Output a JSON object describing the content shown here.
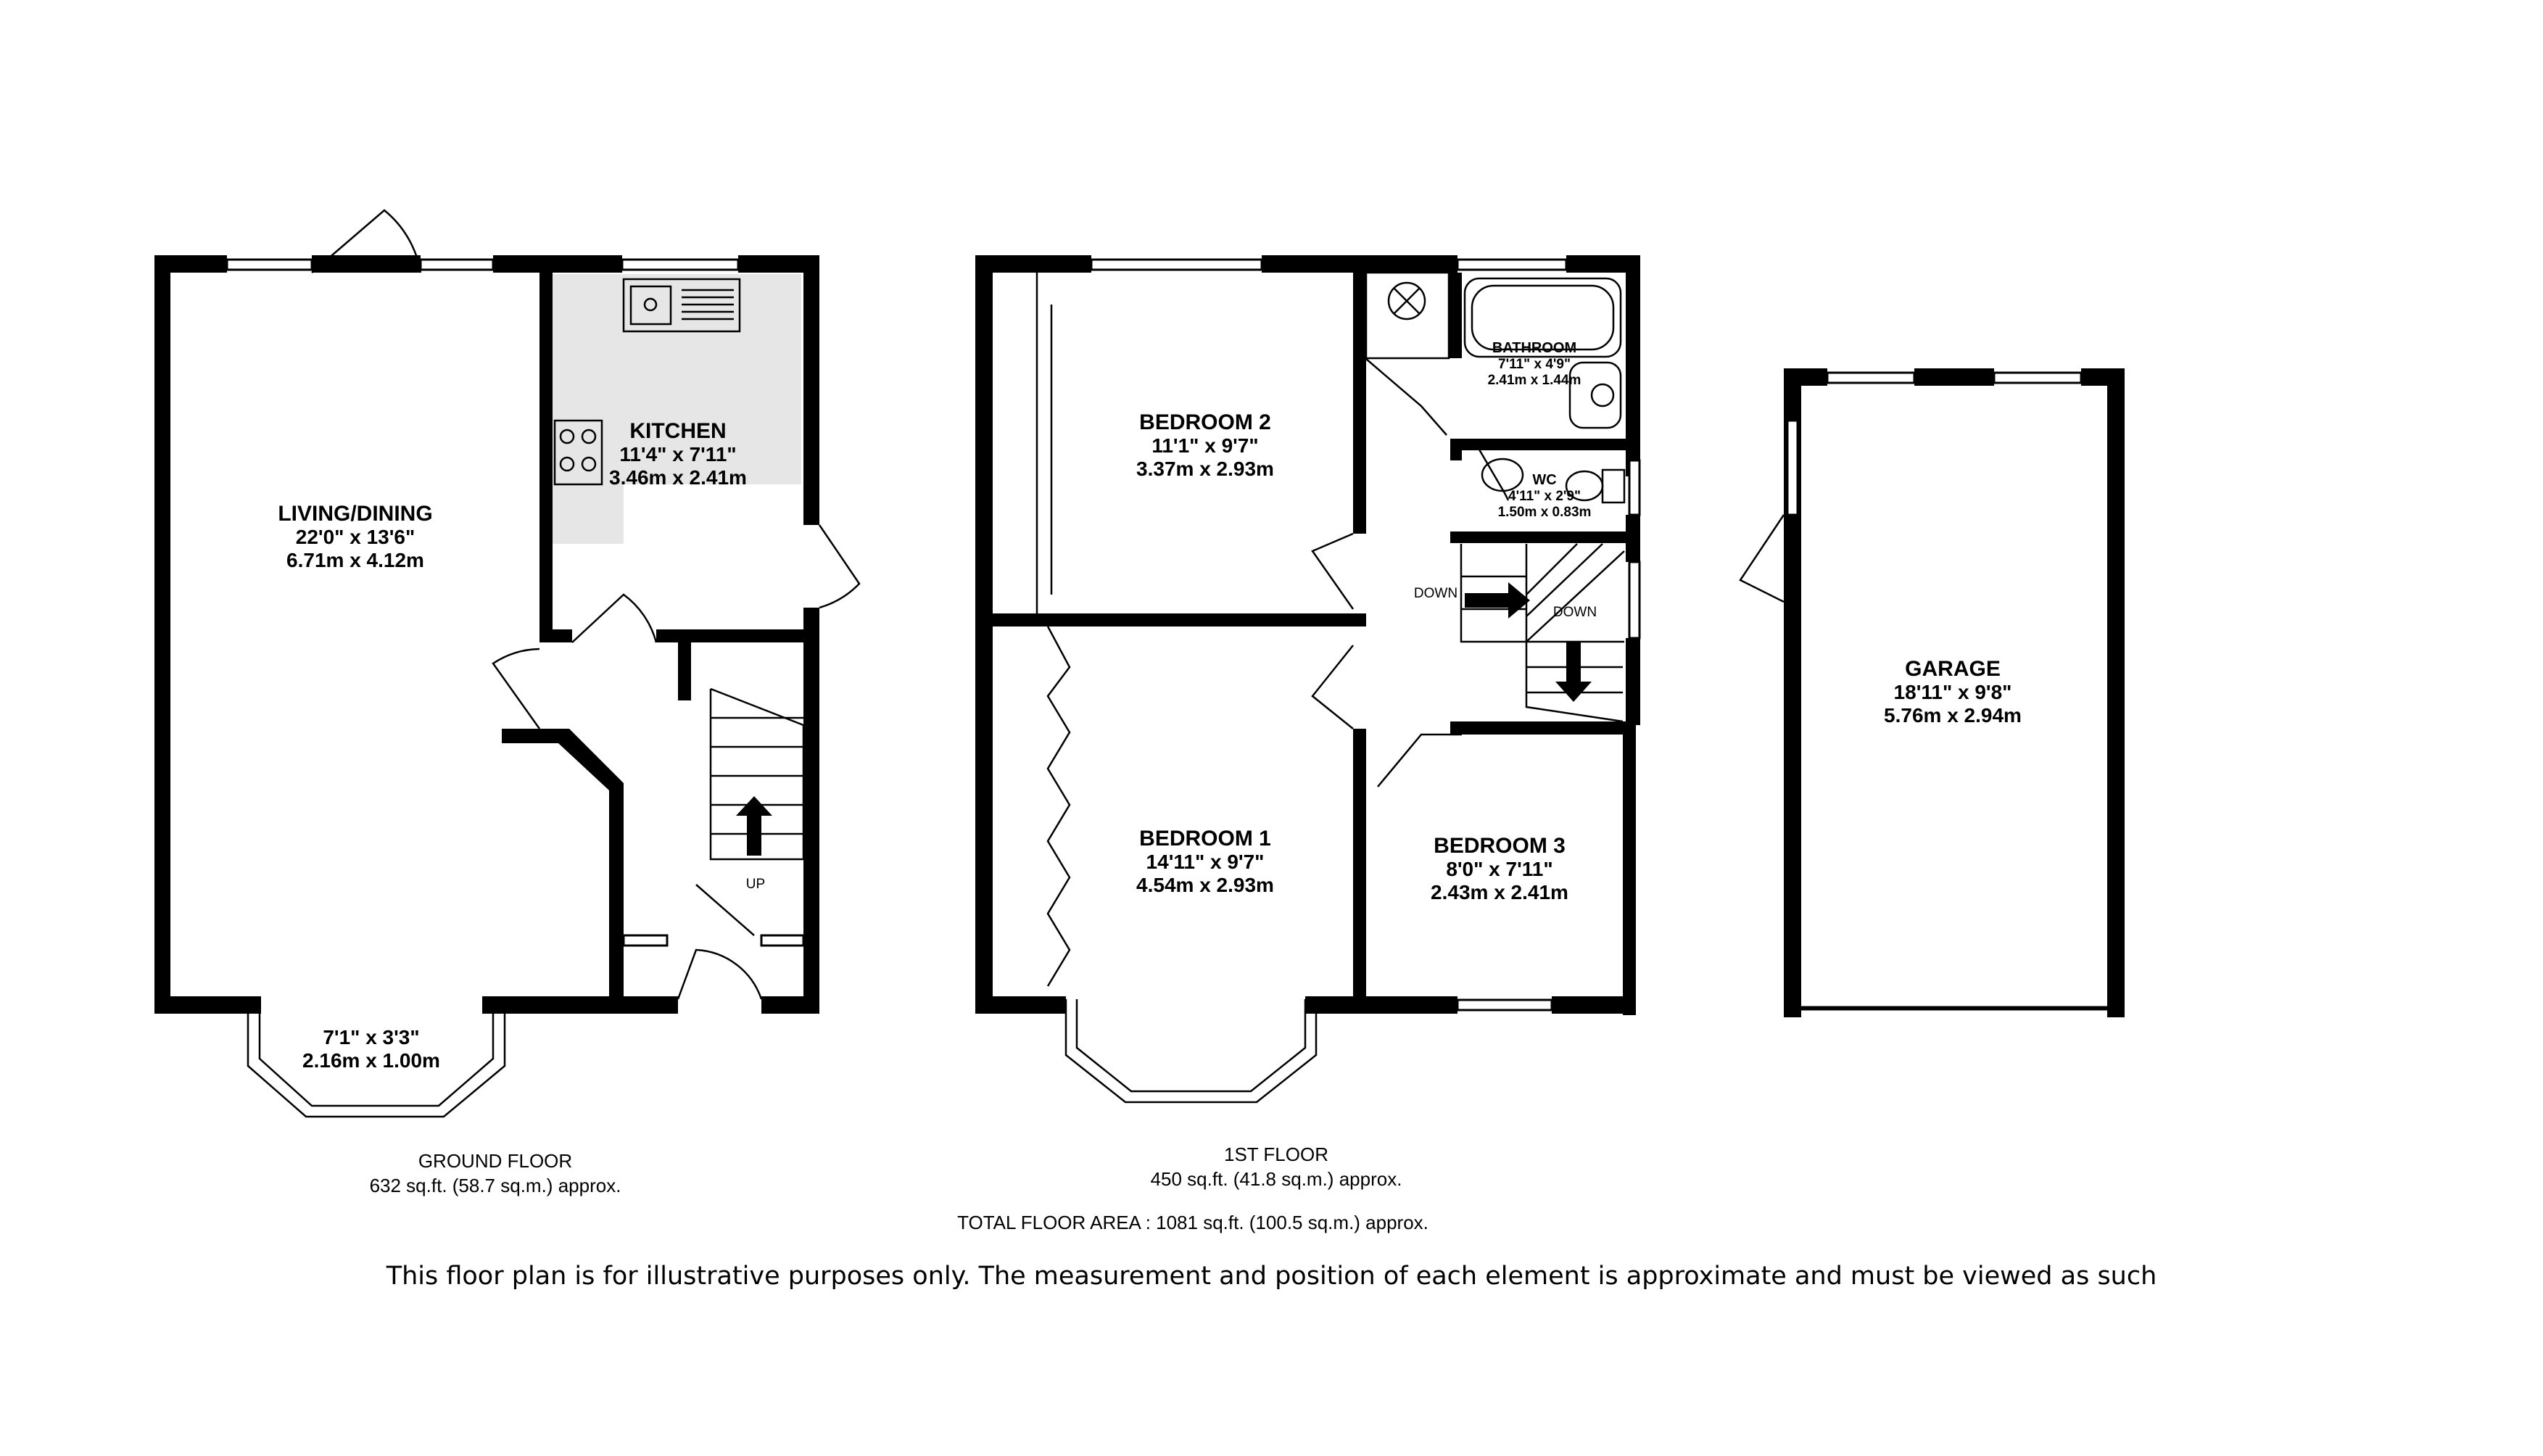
{
  "rooms": {
    "living": {
      "name": "LIVING/DINING",
      "dim_imperial": "22'0\"  x 13'6\"",
      "dim_metric": "6.71m  x 4.12m"
    },
    "bay": {
      "dim_imperial": "7'1\"  x 3'3\"",
      "dim_metric": "2.16m  x 1.00m"
    },
    "kitchen": {
      "name": "KITCHEN",
      "dim_imperial": "11'4\"  x 7'11\"",
      "dim_metric": "3.46m  x 2.41m"
    },
    "bedroom2": {
      "name": "BEDROOM 2",
      "dim_imperial": "11'1\"  x 9'7\"",
      "dim_metric": "3.37m  x 2.93m"
    },
    "bathroom": {
      "name": "BATHROOM",
      "dim_imperial": "7'11\"  x 4'9\"",
      "dim_metric": "2.41m  x 1.44m"
    },
    "wc": {
      "name": "WC",
      "dim_imperial": "4'11\"  x 2'9\"",
      "dim_metric": "1.50m  x 0.83m"
    },
    "bedroom1": {
      "name": "BEDROOM 1",
      "dim_imperial": "14'11\"  x 9'7\"",
      "dim_metric": "4.54m  x 2.93m"
    },
    "bedroom3": {
      "name": "BEDROOM 3",
      "dim_imperial": "8'0\"  x 7'11\"",
      "dim_metric": "2.43m  x 2.41m"
    },
    "garage": {
      "name": "GARAGE",
      "dim_imperial": "18'11\"  x 9'8\"",
      "dim_metric": "5.76m  x 2.94m"
    }
  },
  "stairs": {
    "up": "UP",
    "down_left": "DOWN",
    "down_right": "DOWN"
  },
  "floors": {
    "ground": {
      "name": "GROUND FLOOR",
      "area": "632 sq.ft. (58.7 sq.m.) approx."
    },
    "first": {
      "name": "1ST FLOOR",
      "area": "450 sq.ft. (41.8 sq.m.) approx."
    }
  },
  "total_area": "TOTAL FLOOR AREA : 1081 sq.ft. (100.5 sq.m.) approx.",
  "disclaimer": "This floor plan is for illustrative purposes only. The measurement and position of each element is approximate and must be viewed as such"
}
